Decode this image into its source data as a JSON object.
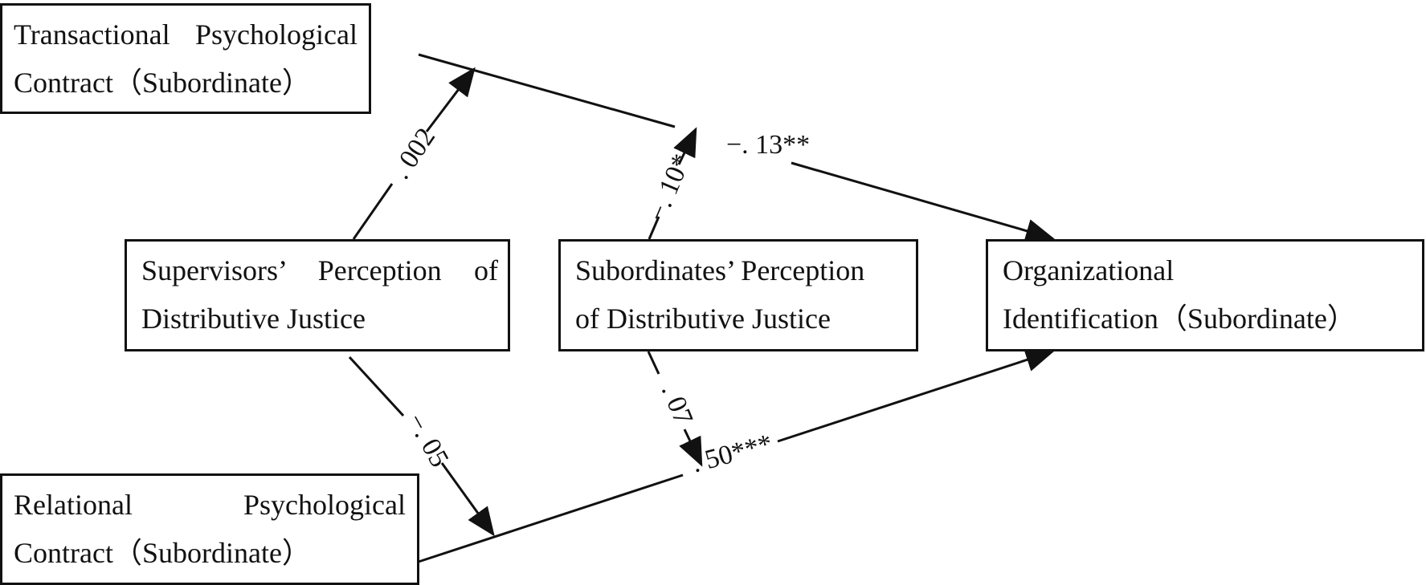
{
  "nodes": {
    "transactional_contract": {
      "line1_left": "Transactional",
      "line1_right": "Psychological",
      "line2": "Contract（Subordinate）"
    },
    "supervisors_justice": {
      "line1_left": "Supervisors’",
      "line1_mid": "Perception",
      "line1_right": "of",
      "line2": "Distributive Justice"
    },
    "subordinates_justice": {
      "line1": "Subordinates’ Perception",
      "line2": "of Distributive Justice"
    },
    "organizational_identification": {
      "line1": "Organizational",
      "line2": "Identification（Subordinate）"
    },
    "relational_contract": {
      "line1_left": "Relational",
      "line1_right": "Psychological",
      "line2": "Contract（Subordinate）"
    }
  },
  "paths": {
    "supervisors_to_transactional": ". 002",
    "subordinates_to_transactional_path": "−. 10*",
    "transactional_to_identification": "−. 13**",
    "supervisors_to_relational": "−. 05",
    "subordinates_to_relational_path": ". 07",
    "relational_to_identification": ". 50***"
  },
  "colors": {
    "ink": "#111111",
    "background": "#ffffff"
  }
}
